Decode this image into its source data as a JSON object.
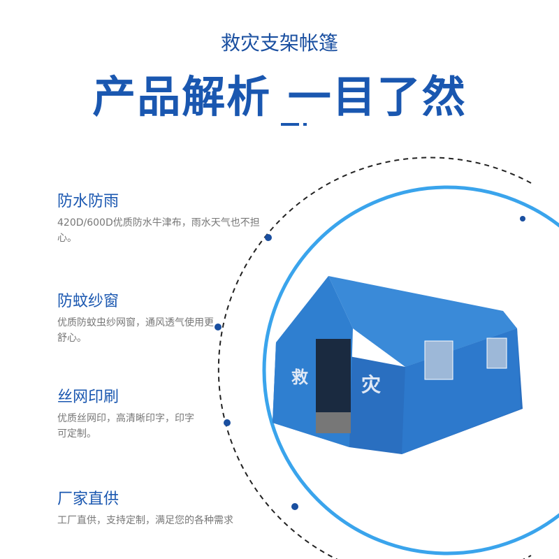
{
  "header": {
    "subtitle": "救灾支架帐篷",
    "title": "产品解析 一目了然"
  },
  "features": [
    {
      "title": "防水防雨",
      "desc": "420D/600D优质防水牛津布，雨水天气也不担心。"
    },
    {
      "title": "防蚊纱窗",
      "desc": "优质防蚊虫纱网窗，通风透气使用更舒心。"
    },
    {
      "title": "丝网印刷",
      "desc": "优质丝网印，高清晰印字，印字可定制。"
    },
    {
      "title": "厂家直供",
      "desc": "工厂直供，支持定制，满足您的各种需求"
    }
  ],
  "tent": {
    "print_left": "救",
    "print_right": "灾"
  },
  "colors": {
    "brand": "#1a57b0",
    "ring": "#3aa4ec",
    "tent": "#2f7fd0"
  }
}
